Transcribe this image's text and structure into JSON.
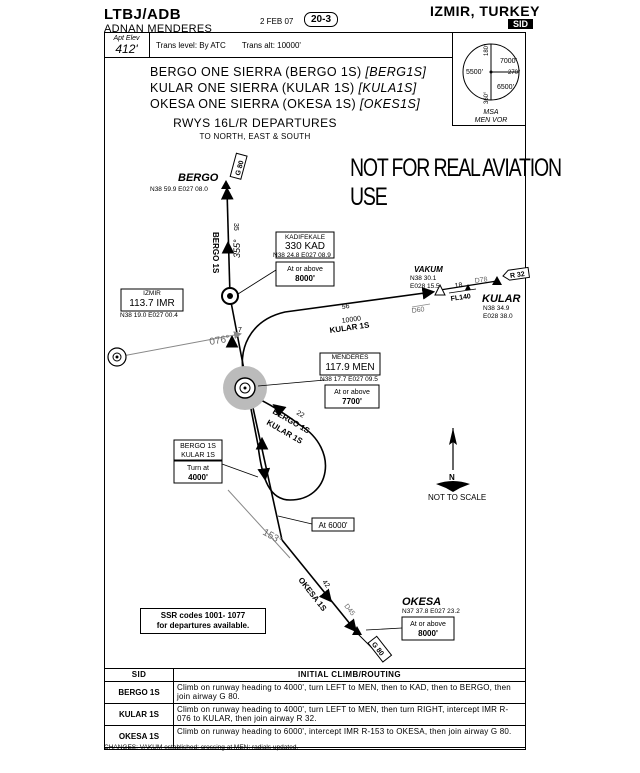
{
  "header": {
    "airport_id": "LTBJ/ADB",
    "airport_name": "ADNAN MENDERES",
    "date": "2 FEB 07",
    "page_number": "20-3",
    "location": "IZMIR, TURKEY",
    "chart_type": "SID"
  },
  "info_bar": {
    "apt_elev_label": "Apt Elev",
    "apt_elev_value": "412'",
    "trans_level": "Trans level: By ATC",
    "trans_alt": "Trans alt: 10000'"
  },
  "msa": {
    "label": "MSA",
    "ref": "MEN VOR",
    "bearing_top": "180°",
    "bearing_right": "270°",
    "bearing_bottom": "360°",
    "alt_ne": "7000'",
    "alt_w": "5500'",
    "alt_se": "6500'"
  },
  "procedures": [
    {
      "text": "BERGO ONE SIERRA (BERGO 1S)",
      "code": "[BERG1S]"
    },
    {
      "text": "KULAR ONE SIERRA (KULAR 1S)",
      "code": "[KULA1S]"
    },
    {
      "text": "OKESA ONE SIERRA (OKESA 1S)",
      "code": "[OKES1S]"
    }
  ],
  "runway_title": "RWYS 16L/R DEPARTURES",
  "runway_subtitle": "TO NORTH, EAST & SOUTH",
  "warning": "NOT FOR REAL AVIATION USE",
  "fixes": {
    "bergo": {
      "name": "BERGO",
      "coords": "N38 59.9 E027 08.0",
      "airway": "G 80"
    },
    "kular": {
      "name": "KULAR",
      "coords1": "N38 34.9",
      "coords2": "E028 38.0",
      "airway": "R 32"
    },
    "vakum": {
      "name": "VAKUM",
      "coords1": "N38 30.1",
      "coords2": "E028 15.5"
    },
    "okesa": {
      "name": "OKESA",
      "coords": "N37 37.8 E027 23.2",
      "airway": "G 80",
      "alt_label": "At or above",
      "alt": "8000'"
    }
  },
  "navaids": {
    "kad": {
      "name": "KADIFEKALE",
      "freq": "330 KAD",
      "coords": "N38 24.8 E027 08.9",
      "alt_label": "At or above",
      "alt": "8000'"
    },
    "imr": {
      "name": "IZMIR",
      "freq": "113.7 IMR",
      "coords": "N38 19.0 E027 00.4"
    },
    "men": {
      "name": "MENDERES",
      "freq": "117.9 MEN",
      "coords": "N38 17.7 E027 09.5",
      "alt_label": "At or above",
      "alt": "7700'"
    }
  },
  "route_labels": {
    "bergo_leg": "BERGO 1S",
    "bergo_dist": "35",
    "bergo_radial": "355°",
    "dist_7": "7",
    "radial_076": "076°",
    "kular_leg": "KULAR 1S",
    "kular_dist": "56",
    "kular_alt": "10000",
    "fl140": "FL140",
    "d78": "D78",
    "d60": "D60",
    "dist_18": "18",
    "bergo_kular_1": "BERGO 1S",
    "bergo_kular_2": "KULAR 1S",
    "dist_22": "22",
    "radial_153": "153°",
    "okesa_leg": "OKESA 1S",
    "okesa_dist": "42",
    "d45": "D45",
    "at_6000": "At 6000'"
  },
  "turn_box": {
    "line1": "BERGO 1S",
    "line2": "KULAR 1S",
    "line3": "Turn at",
    "line4": "4000'"
  },
  "scale_note": "NOT TO SCALE",
  "ssr": {
    "line1": "SSR codes 1001- 1077",
    "line2": "for departures available."
  },
  "table": {
    "col_sid": "SID",
    "col_routing": "INITIAL CLIMB/ROUTING",
    "rows": [
      {
        "sid": "BERGO 1S",
        "routing": "Climb on runway heading to 4000', turn LEFT to MEN, then to KAD, then to BERGO, then join airway G 80."
      },
      {
        "sid": "KULAR 1S",
        "routing": "Climb on runway heading to 4000', turn LEFT to MEN, then turn RIGHT, intercept IMR R-076 to KULAR, then join airway R 32."
      },
      {
        "sid": "OKESA 1S",
        "routing": "Climb on runway heading to 6000', intercept IMR R-153 to OKESA, then join airway G 80."
      }
    ]
  },
  "changes": "CHANGES: VAKUM established; crossing at MEN; radials updated."
}
